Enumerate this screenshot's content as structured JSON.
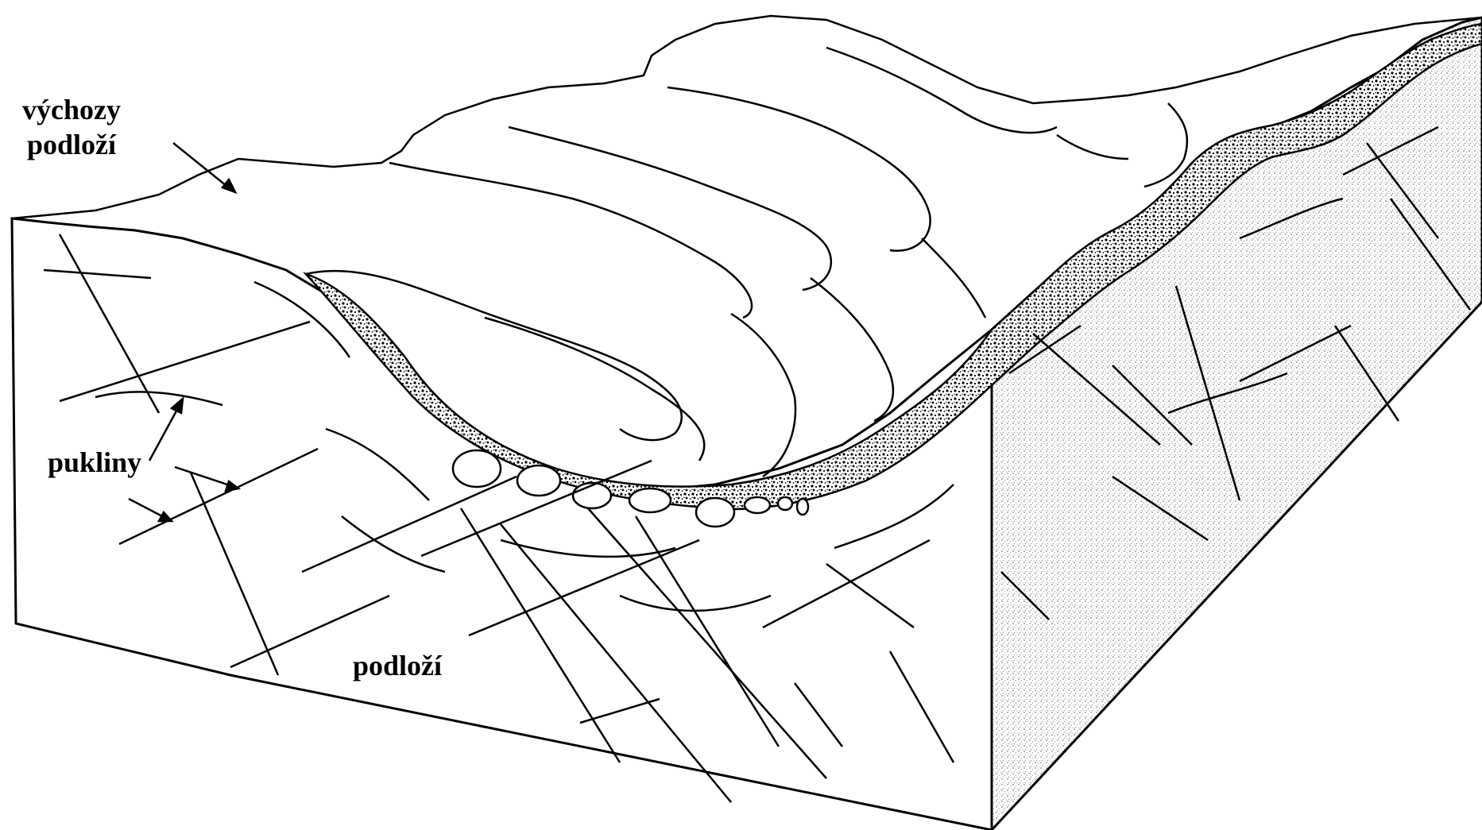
{
  "labels": {
    "outcrops_line1": "výchozy",
    "outcrops_line2": "podloží",
    "joints": "pukliny",
    "bedrock": "podloží"
  },
  "colors": {
    "ink": "#000000",
    "paper": "#ffffff",
    "side_stipple": "#9a9a9a"
  }
}
